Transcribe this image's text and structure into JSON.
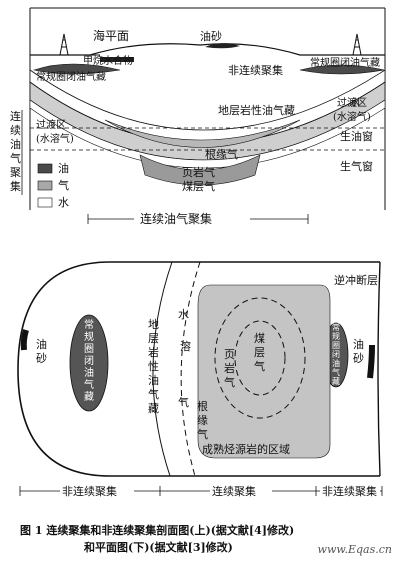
{
  "top": {
    "sea_level": "海平面",
    "oil_sand": "油砂",
    "hydrate": "甲烷水合物",
    "noncont": "非连续聚集",
    "conv_left": "常规圈闭油气藏",
    "conv_right": "常规圈闭油气藏",
    "strat": "地层岩性油气藏",
    "trans_left": [
      "过渡区",
      "(水溶气)"
    ],
    "trans_right": [
      "过渡区",
      "(水溶气)"
    ],
    "water": "水",
    "oil_window": "生油窗",
    "gas_window": "生气窗",
    "basin_centered": "根缘气",
    "shale_gas": "页岩气",
    "coalbed": "煤层气",
    "side_label": [
      "连",
      "续",
      "油",
      "气",
      "聚",
      "集"
    ],
    "legend": {
      "oil": "油",
      "gas": "气",
      "water": "水"
    },
    "cont_label": "连续油气聚集"
  },
  "bottom": {
    "thrust": "逆冲断层",
    "oil_sand_left": [
      "油",
      "砂"
    ],
    "oil_sand_right": [
      "油",
      "砂"
    ],
    "conv_left": [
      "常",
      "规",
      "圈",
      "闭",
      "油",
      "气",
      "藏"
    ],
    "conv_right": [
      "常",
      "规",
      "圈",
      "闭",
      "油",
      "气",
      "藏"
    ],
    "strat": [
      "地",
      "层",
      "岩",
      "性",
      "油",
      "气",
      "藏"
    ],
    "water_gas": [
      "水",
      "溶",
      "气"
    ],
    "coalbed": [
      "煤",
      "层",
      "气"
    ],
    "shale_gas": [
      "页",
      "岩",
      "气"
    ],
    "basin_centered": [
      "根",
      "缘",
      "气"
    ],
    "mature_area": "成熟烃源岩的区域",
    "scale_left": "非连续聚集",
    "scale_mid": "连续聚集",
    "scale_right": "非连续聚集"
  },
  "caption": {
    "line1": "图 1   连续聚集和非连续聚集剖面图(上)(据文献[4]修改)",
    "line2": "和平面图(下)(据文献[3]修改)"
  },
  "watermark": "www.Eqas.cn",
  "colors": {
    "oil": "#4a4a4a",
    "gas": "#a8a8a8",
    "water": "#ffffff",
    "line": "#111111"
  }
}
